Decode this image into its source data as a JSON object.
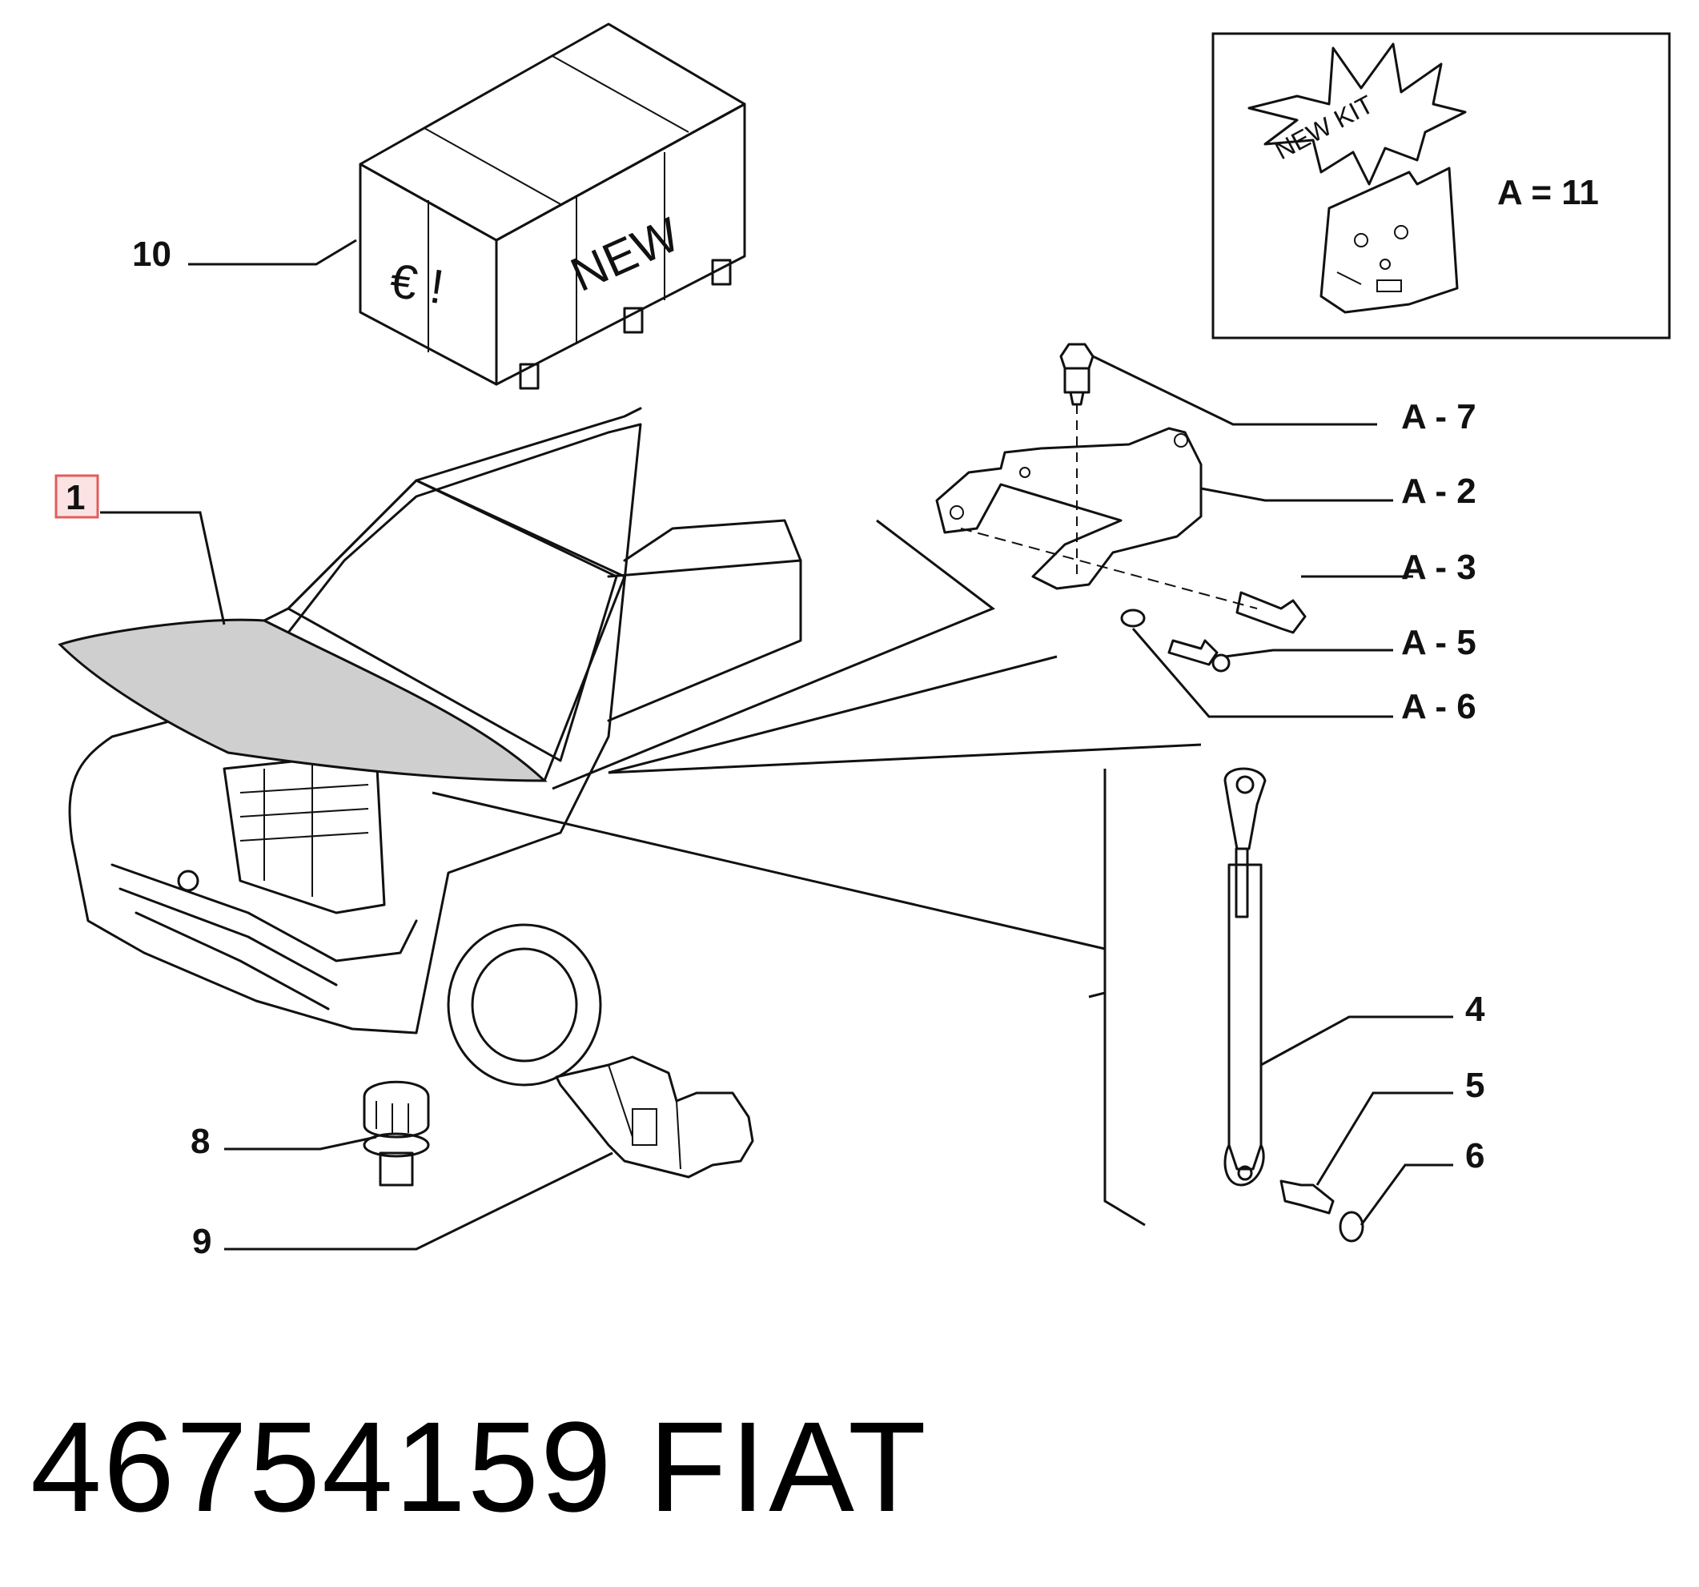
{
  "callouts": {
    "c10": "10",
    "c1": "1",
    "cA7": "A - 7",
    "cA2": "A - 2",
    "cA3": "A - 3",
    "cA5": "A - 5",
    "cA6": "A - 6",
    "c4": "4",
    "c5": "5",
    "c6": "6",
    "c8": "8",
    "c9": "9"
  },
  "crate": {
    "side_text": "€ !",
    "front_text": "NEW"
  },
  "kit_box": {
    "badge_text": "NEW KIT",
    "equation": "A = 11"
  },
  "footer": {
    "part_number": "46754159",
    "brand": "FIAT"
  },
  "colors": {
    "highlight_border": "#e35c5c",
    "highlight_fill": "#fbe3e3"
  }
}
